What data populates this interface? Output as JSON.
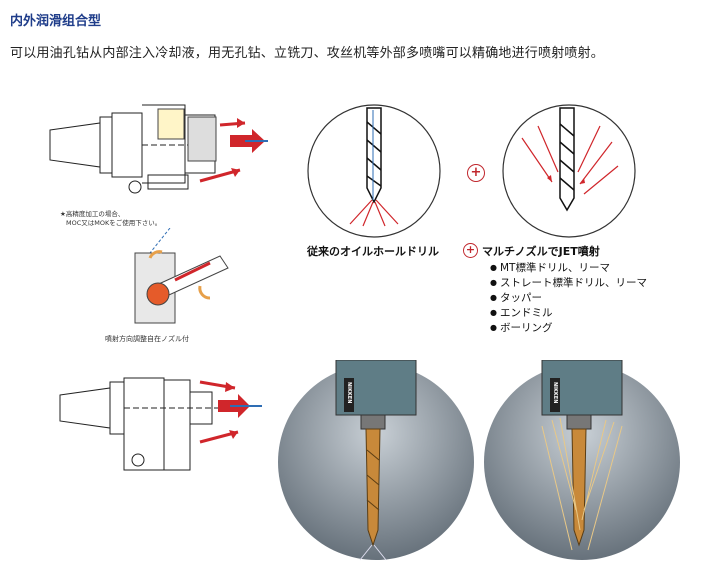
{
  "title": "内外润滑组合型",
  "description": "可以用油孔钻从内部注入冷却液，用无孔钻、立铣刀、攻丝机等外部多喷嘴可以精确地进行喷射喷射。",
  "note_line1": "★高精度加工の場合、",
  "note_line2": "MOC又はMOKをご使用下さい。",
  "nozzle_caption": "噴射方向調整自在ノズル付",
  "caption_left": "従来のオイルホールドリル",
  "caption_right": "マルチノズルでJET噴射",
  "plus_symbol": "+",
  "features": [
    "MT標準ドリル、リーマ",
    "ストレート標準ドリル、リーマ",
    "タッパー",
    "エンドミル",
    "ボーリング"
  ],
  "brand": "NIKKEN",
  "colors": {
    "title": "#1f3d8a",
    "accent_red": "#d0262b",
    "blue": "#2e6db4"
  }
}
